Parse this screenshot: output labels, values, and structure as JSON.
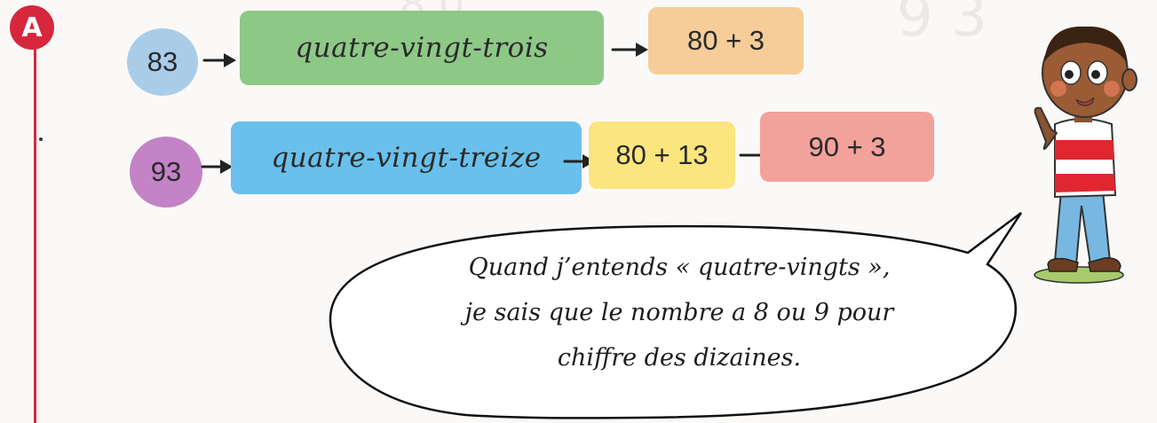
{
  "section": {
    "badge": "A"
  },
  "row1": {
    "number": "83",
    "words": "quatre-vingt-trois",
    "decomposition": "80 + 3"
  },
  "row2": {
    "number": "93",
    "words": "quatre-vingt-treize",
    "decomposition1": "80 + 13",
    "decomposition2": "90 + 3"
  },
  "speech_bubble": {
    "lines": [
      "Quand j’entends « quatre-vingts »,",
      "je sais que le nombre a 8 ou 9 pour",
      "chiffre des dizaines."
    ]
  },
  "colors": {
    "red": "#d7273c",
    "blue_circle": "#a9cde9",
    "green_box": "#8ec887",
    "orange_box": "#f6cd98",
    "purple_circle": "#c383c6",
    "blue_box": "#69c0ec",
    "yellow_box": "#fbe57e",
    "pink_box": "#f2a29b"
  },
  "icons": [
    "arrow-right-icon",
    "boy-character-illustration"
  ]
}
